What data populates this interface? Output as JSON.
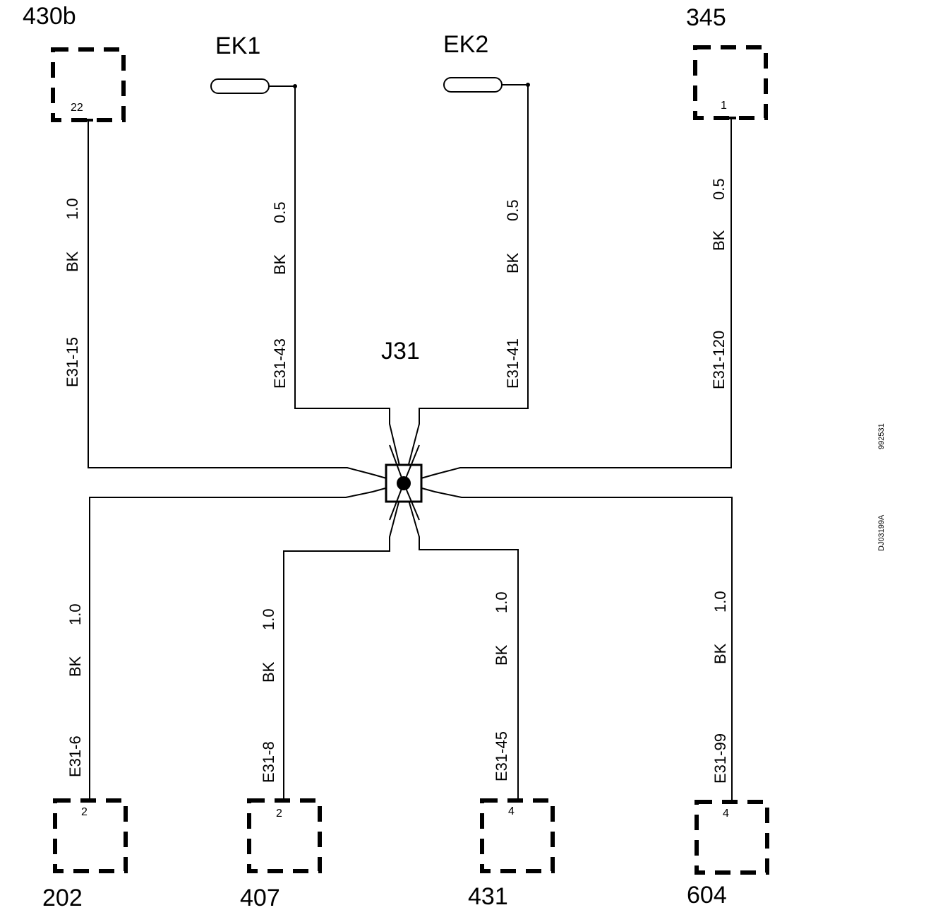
{
  "connectors": {
    "c430b": {
      "label": "430b",
      "pin": "22"
    },
    "c345": {
      "label": "345",
      "pin": "1"
    },
    "c202": {
      "label": "202",
      "pin": "2"
    },
    "c407": {
      "label": "407",
      "pin": "2"
    },
    "c431": {
      "label": "431",
      "pin": "4"
    },
    "c604": {
      "label": "604",
      "pin": "4"
    }
  },
  "grounds": {
    "ek1": {
      "label": "EK1"
    },
    "ek2": {
      "label": "EK2"
    }
  },
  "junction": {
    "label": "J31"
  },
  "wires": {
    "w430b": {
      "circuit": "E31-15",
      "color": "BK",
      "size": "1.0"
    },
    "wek1": {
      "circuit": "E31-43",
      "color": "BK",
      "size": "0.5"
    },
    "wek2": {
      "circuit": "E31-41",
      "color": "BK",
      "size": "0.5"
    },
    "w345": {
      "circuit": "E31-120",
      "color": "BK",
      "size": "0.5"
    },
    "w202": {
      "circuit": "E31-6",
      "color": "BK",
      "size": "1.0"
    },
    "w407": {
      "circuit": "E31-8",
      "color": "BK",
      "size": "1.0"
    },
    "w431": {
      "circuit": "E31-45",
      "color": "BK",
      "size": "1.0"
    },
    "w604": {
      "circuit": "E31-99",
      "color": "BK",
      "size": "1.0"
    }
  },
  "side_codes": {
    "top": "992531",
    "bottom": "DJ03199A"
  }
}
